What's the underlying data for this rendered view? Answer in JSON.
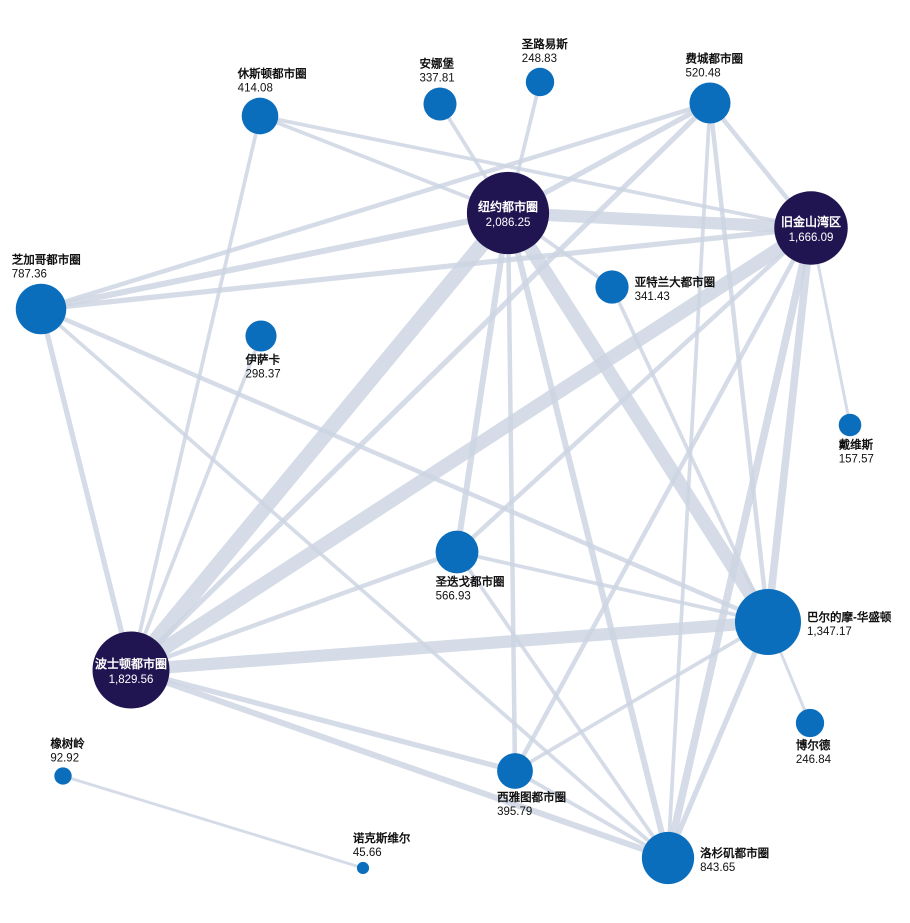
{
  "colors": {
    "node_default": "#0a6ebd",
    "node_dark": "#211551",
    "edge": "#ccd4e2",
    "label_text": "#111111",
    "label_inside": "#ffffff"
  },
  "nodes": [
    {
      "id": "ny",
      "name": "纽约都市圈",
      "value": "2,086.25",
      "weight": 2086.25,
      "dark": true
    },
    {
      "id": "bos",
      "name": "波士顿都市圈",
      "value": "1,829.56",
      "weight": 1829.56,
      "dark": true
    },
    {
      "id": "sf",
      "name": "旧金山湾区",
      "value": "1,666.09",
      "weight": 1666.09,
      "dark": true
    },
    {
      "id": "bal",
      "name": "巴尔的摩-华盛顿",
      "value": "1,347.17",
      "weight": 1347.17
    },
    {
      "id": "la",
      "name": "洛杉矶都市圈",
      "value": "843.65",
      "weight": 843.65
    },
    {
      "id": "chi",
      "name": "芝加哥都市圈",
      "value": "787.36",
      "weight": 787.36
    },
    {
      "id": "sd",
      "name": "圣迭戈都市圈",
      "value": "566.93",
      "weight": 566.93
    },
    {
      "id": "phl",
      "name": "费城都市圈",
      "value": "520.48",
      "weight": 520.48
    },
    {
      "id": "hou",
      "name": "休斯顿都市圈",
      "value": "414.08",
      "weight": 414.08
    },
    {
      "id": "sea",
      "name": "西雅图都市圈",
      "value": "395.79",
      "weight": 395.79
    },
    {
      "id": "atl",
      "name": "亚特兰大都市圈",
      "value": "341.43",
      "weight": 341.43
    },
    {
      "id": "ann",
      "name": "安娜堡",
      "value": "337.81",
      "weight": 337.81
    },
    {
      "id": "ith",
      "name": "伊萨卡",
      "value": "298.37",
      "weight": 298.37
    },
    {
      "id": "stl",
      "name": "圣路易斯",
      "value": "248.83",
      "weight": 248.83
    },
    {
      "id": "bou",
      "name": "博尔德",
      "value": "246.84",
      "weight": 246.84
    },
    {
      "id": "dav",
      "name": "戴维斯",
      "value": "157.57",
      "weight": 157.57
    },
    {
      "id": "oak",
      "name": "橡树岭",
      "value": "92.92",
      "weight": 92.92
    },
    {
      "id": "kno",
      "name": "诺克斯维尔",
      "value": "45.66",
      "weight": 45.66
    }
  ],
  "links": [
    {
      "source": "ny",
      "target": "bos",
      "weight": 9
    },
    {
      "source": "ny",
      "target": "bal",
      "weight": 8
    },
    {
      "source": "ny",
      "target": "sf",
      "weight": 7
    },
    {
      "source": "bos",
      "target": "sf",
      "weight": 8
    },
    {
      "source": "bos",
      "target": "bal",
      "weight": 7
    },
    {
      "source": "sf",
      "target": "la",
      "weight": 4
    },
    {
      "source": "sf",
      "target": "bal",
      "weight": 4
    },
    {
      "source": "ny",
      "target": "la",
      "weight": 3
    },
    {
      "source": "ny",
      "target": "sd",
      "weight": 3
    },
    {
      "source": "ny",
      "target": "chi",
      "weight": 3
    },
    {
      "source": "sf",
      "target": "chi",
      "weight": 2.5
    },
    {
      "source": "bos",
      "target": "la",
      "weight": 3
    },
    {
      "source": "bos",
      "target": "phl",
      "weight": 2.5
    },
    {
      "source": "bos",
      "target": "sea",
      "weight": 2.5
    },
    {
      "source": "bos",
      "target": "sd",
      "weight": 2
    },
    {
      "source": "bos",
      "target": "chi",
      "weight": 2.5
    },
    {
      "source": "bal",
      "target": "la",
      "weight": 2.5
    },
    {
      "source": "ny",
      "target": "phl",
      "weight": 2.5
    },
    {
      "source": "ny",
      "target": "sea",
      "weight": 2
    },
    {
      "source": "sf",
      "target": "sd",
      "weight": 2
    },
    {
      "source": "sf",
      "target": "sea",
      "weight": 2
    },
    {
      "source": "sf",
      "target": "hou",
      "weight": 1.5
    },
    {
      "source": "phl",
      "target": "sf",
      "weight": 2
    },
    {
      "source": "phl",
      "target": "chi",
      "weight": 2
    },
    {
      "source": "phl",
      "target": "bal",
      "weight": 2
    },
    {
      "source": "phl",
      "target": "la",
      "weight": 1.5
    },
    {
      "source": "chi",
      "target": "bal",
      "weight": 2
    },
    {
      "source": "chi",
      "target": "la",
      "weight": 1.5
    },
    {
      "source": "hou",
      "target": "ny",
      "weight": 1.5
    },
    {
      "source": "hou",
      "target": "bos",
      "weight": 1.5
    },
    {
      "source": "ann",
      "target": "ny",
      "weight": 1.5
    },
    {
      "source": "stl",
      "target": "ny",
      "weight": 1.5
    },
    {
      "source": "atl",
      "target": "ny",
      "weight": 1.5
    },
    {
      "source": "atl",
      "target": "bal",
      "weight": 1.5
    },
    {
      "source": "ith",
      "target": "bos",
      "weight": 1.5
    },
    {
      "source": "sd",
      "target": "bal",
      "weight": 1.5
    },
    {
      "source": "sd",
      "target": "la",
      "weight": 1.5
    },
    {
      "source": "sea",
      "target": "bal",
      "weight": 1.5
    },
    {
      "source": "sea",
      "target": "la",
      "weight": 1.5
    },
    {
      "source": "dav",
      "target": "sf",
      "weight": 1
    },
    {
      "source": "bou",
      "target": "bal",
      "weight": 1
    },
    {
      "source": "oak",
      "target": "kno",
      "weight": 1
    }
  ]
}
